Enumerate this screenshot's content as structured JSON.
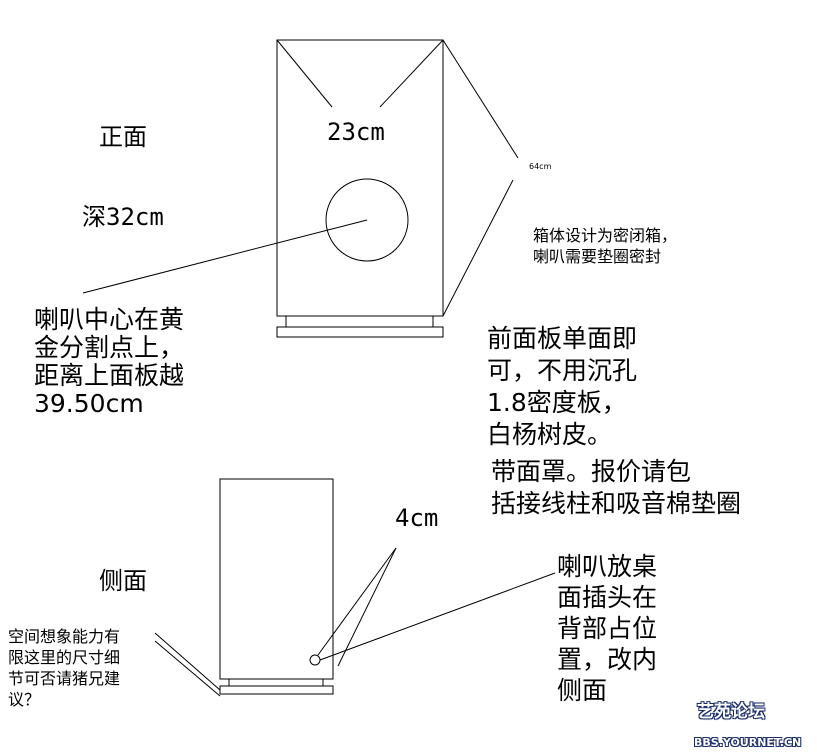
{
  "labels": {
    "front_view": "正面",
    "depth": "深32cm",
    "width_front": "23cm",
    "height": "64cm",
    "speaker_center_note": "喇叭中心在黄\n金分割点上，\n距离上面板越\n39.50cm",
    "enclosure_note": "箱体设计为密闭箱，\n喇叭需要垫圈密封",
    "panel_note": "前面板单面即\n可，不用沉孔\n1.8密度板，\n白杨树皮。",
    "grille_note": "带面罩。报价请包\n括接线柱和吸音棉垫圈",
    "side_view": "侧面",
    "side_dim": "4cm",
    "terminal_note": "喇叭放桌\n面插头在\n背部占位\n置，改内\n侧面",
    "question_note": "空间想象能力有\n限这里的尺寸细\n节可否请猪兄建\n议？"
  },
  "watermark": {
    "logo_text": "艺苑论坛",
    "site_text": "BBS.YOURNET.CN"
  },
  "colors": {
    "line": "#000000",
    "background": "#ffffff",
    "watermark_outline": "#1c2f6b"
  }
}
